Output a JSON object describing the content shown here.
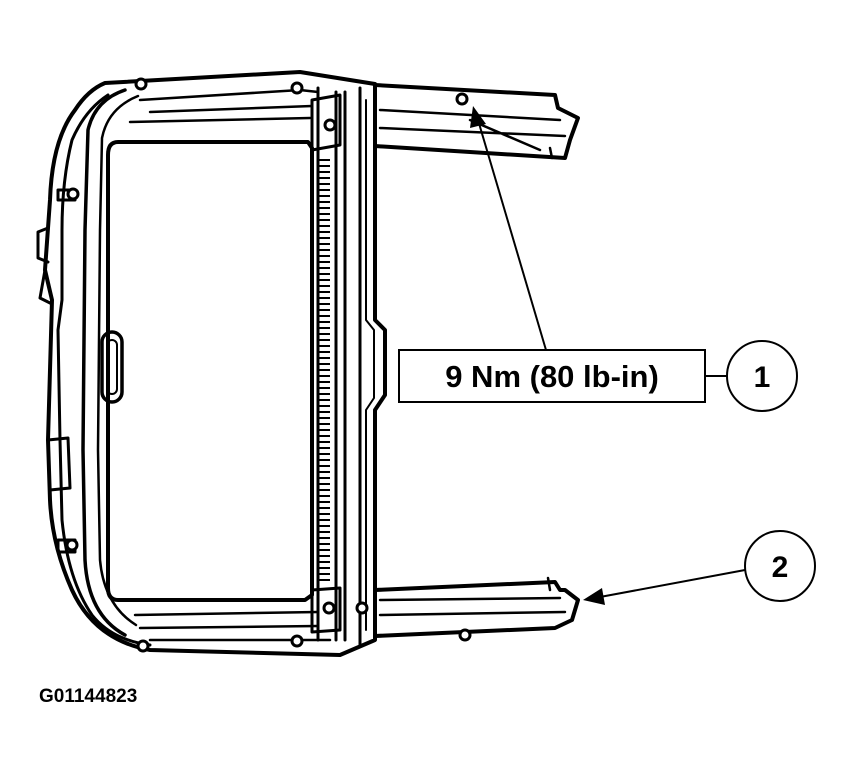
{
  "diagram": {
    "torque_label": "9 Nm (80 lb-in)",
    "callouts": [
      {
        "number": "1"
      },
      {
        "number": "2"
      }
    ],
    "figure_id": "G01144823"
  }
}
